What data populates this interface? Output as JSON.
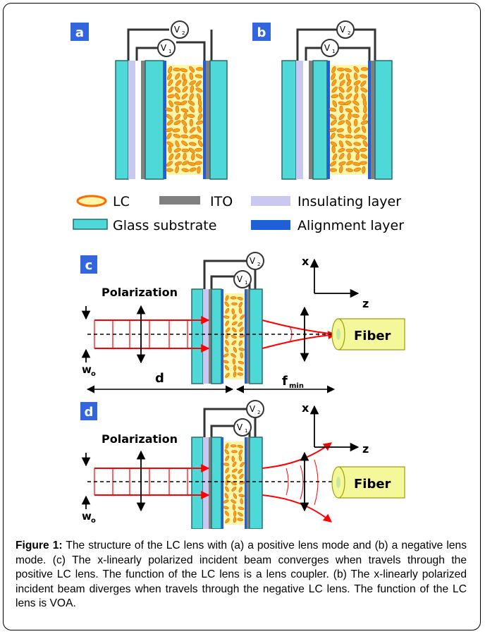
{
  "panels": {
    "a": "a",
    "b": "b",
    "c": "c",
    "d": "d"
  },
  "voltages": {
    "v2_base": "V",
    "v2_sub": "2",
    "v1_base": "V",
    "v1_sub": "1"
  },
  "legend": {
    "lc": "LC",
    "ito": "ITO",
    "insulating": "Insulating layer",
    "glass": "Glass substrate",
    "alignment": "Alignment layer"
  },
  "beam": {
    "polarization": "Polarization",
    "waist_base": "w",
    "waist_sub": "o",
    "distance": "d",
    "focal_base": "f",
    "focal_sub": "min",
    "fiber": "Fiber",
    "axis_x": "x",
    "axis_z": "z"
  },
  "colors": {
    "glass": "#4fd8d8",
    "ito": "#808080",
    "insulating": "#c8c8f0",
    "alignment": "#1f5fd8",
    "lc_fill": "#fff6a8",
    "lc_molecule": "#f7a21b",
    "beam": "#ff0000",
    "fiber": "#f4f79a",
    "panel_label_bg": "#3366dd"
  },
  "caption": {
    "label": "Figure 1:",
    "text": " The structure of the LC lens with (a) a positive lens mode and (b) a negative lens mode. (c) The x-linearly polarized incident beam converges when travels through the positive LC lens. The function of the LC lens is a lens coupler. (b) The x-linearly polarized incident beam diverges when travels through the negative LC lens. The function of the LC lens is VOA."
  }
}
